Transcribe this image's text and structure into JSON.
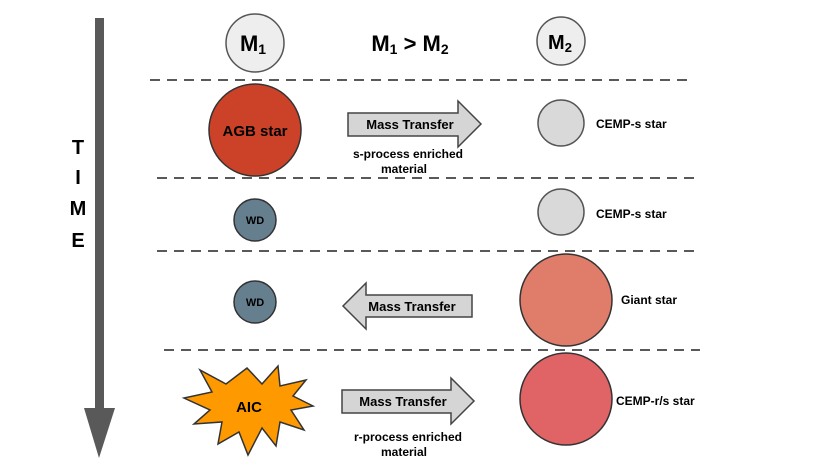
{
  "header": {
    "m1_letter": "M",
    "m1_sub": "1",
    "m2_letter": "M",
    "m2_sub": "2",
    "relation": {
      "m1_letter": "M",
      "m1_sub": "1",
      "op": " > ",
      "m2_letter": "M",
      "m2_sub": "2"
    }
  },
  "time_axis": {
    "letters": [
      "T",
      "I",
      "M",
      "E"
    ]
  },
  "stages": [
    {
      "left_label": "AGB star",
      "arrow_label": "Mass Transfer",
      "arrow_direction": "right",
      "note_lines": [
        "s-process enriched",
        "material"
      ],
      "right_label": "CEMP-s star"
    },
    {
      "left_label": "WD",
      "right_label": "CEMP-s star"
    },
    {
      "left_label": "WD",
      "arrow_label": "Mass Transfer",
      "arrow_direction": "left",
      "right_label": "Giant star"
    },
    {
      "left_label": "AIC",
      "arrow_label": "Mass Transfer",
      "arrow_direction": "right",
      "note_lines": [
        "r-process enriched",
        "material"
      ],
      "right_label": "CEMP-r/s star"
    }
  ],
  "colors": {
    "agb_star": "#cc4229",
    "white_dwarf": "#667f8e",
    "companion_light": "#d9d9d9",
    "header_circle": "#eeeeee",
    "giant_star": "#df7c6a",
    "cemp_rs_star": "#e06366",
    "aic_burst": "#ff9900",
    "arrow_fill": "#d5d5d5",
    "time_arrow": "#595959",
    "divider": "#595959"
  }
}
